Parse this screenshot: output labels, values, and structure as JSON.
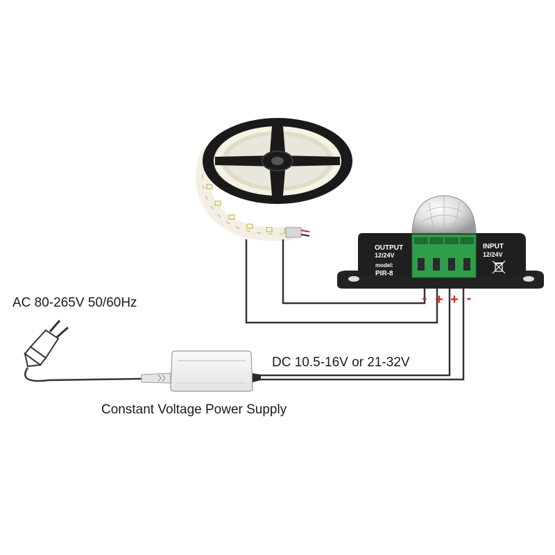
{
  "labels": {
    "ac_input": "AC 80-265V 50/60Hz",
    "dc_output": "DC 10.5-16V or 21-32V",
    "power_supply": "Constant Voltage Power Supply"
  },
  "controller": {
    "output_title": "OUTPUT",
    "output_voltage": "12/24V",
    "model_label": "model:",
    "model_name": "PIR-8",
    "input_title": "INPUT",
    "input_voltage": "12/24V"
  },
  "terminals": {
    "t1": "-",
    "t2": "+",
    "t3": "+",
    "t4": "-"
  },
  "colors": {
    "wire": "#333333",
    "terminal_green": "#2f9e4a",
    "controller_body": "#1f1f1f",
    "polarity_red": "#e02020",
    "reel_black": "#1a1a1a"
  }
}
